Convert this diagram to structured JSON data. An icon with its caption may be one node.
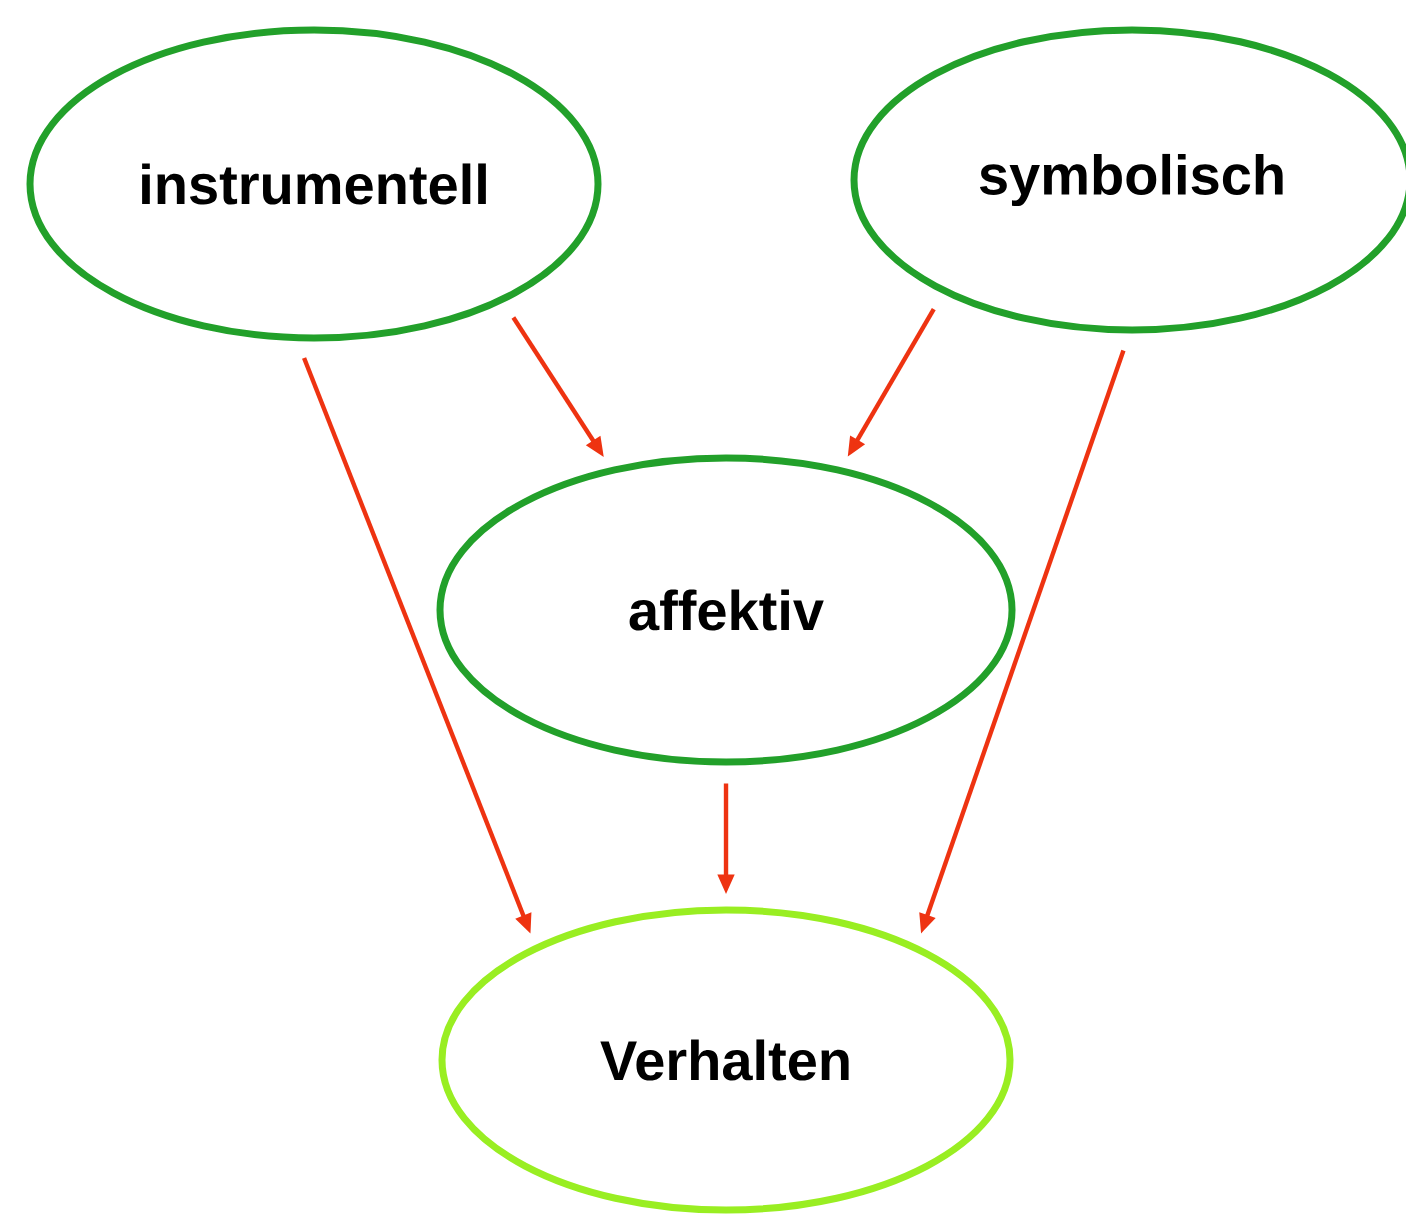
{
  "diagram": {
    "nodes": [
      {
        "text": [
          "instrumentell"
        ]
      },
      {
        "text": [
          "symbolisch"
        ]
      },
      {
        "text": [
          "affektiv"
        ]
      },
      {
        "text": [
          "Verhalten"
        ]
      }
    ],
    "edges": [
      {
        "from": 0,
        "to": 3,
        "arrow": "to"
      },
      {
        "from": 0,
        "to": 2,
        "arrow": "to"
      },
      {
        "from": 1,
        "to": 2,
        "arrow": "to"
      },
      {
        "from": 1,
        "to": 3,
        "arrow": "to"
      },
      {
        "from": 2,
        "to": 3,
        "arrow": "to"
      }
    ]
  }
}
